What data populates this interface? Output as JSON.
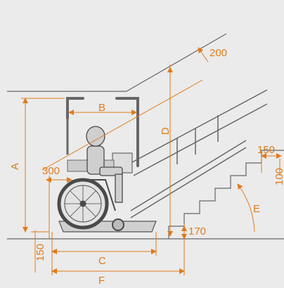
{
  "colors": {
    "background": "#ebebeb",
    "dimension": "#e07b1a",
    "outline": "#666666",
    "dark": "#4a4a4a"
  },
  "dimensions": {
    "a": "A",
    "b": "B",
    "c": "C",
    "d": "D",
    "e": "E",
    "f": "F",
    "stair_offset": "200",
    "platform_front": "300",
    "platform_height": "150",
    "stair_side_height": "170",
    "nosing": "150",
    "riser": "100"
  },
  "icons": {
    "wheelchair": "wheelchair-icon",
    "user": "seated-user-icon",
    "platform_lift": "platform-lift-icon",
    "stair": "staircase-icon",
    "handrail": "handrail-icon"
  }
}
